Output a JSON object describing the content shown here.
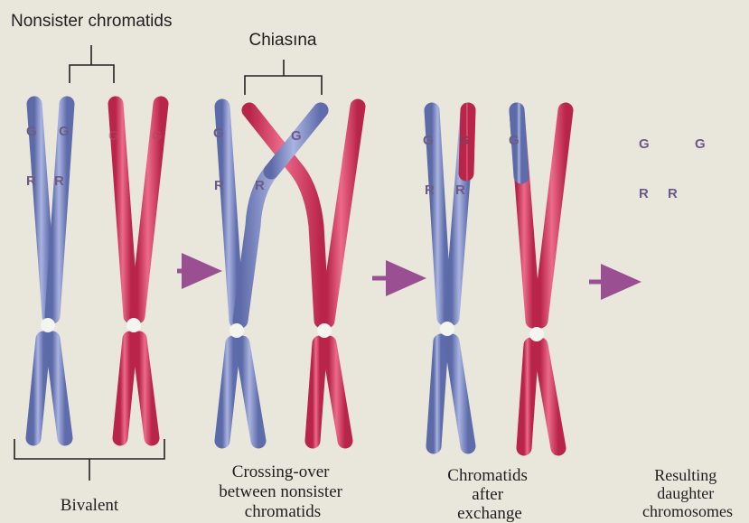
{
  "labels": {
    "nonsister": "Nonsister chromatids",
    "chiasma": "Chiasına",
    "bivalent": "Bivalent",
    "crossing": [
      "Crossing-over",
      "between nonsister",
      "chromatids"
    ],
    "after": [
      "Chromatids",
      "after",
      "exchange"
    ],
    "resulting": [
      "Resulting",
      "daughter",
      "chromosomes"
    ]
  },
  "alleles": {
    "upper": "G",
    "lower": "R"
  },
  "colors": {
    "background": "#e9e6dc",
    "blue_chromatid": "#7d8ac2",
    "red_chromatid": "#d6365e",
    "arrow": "#9a4f93"
  }
}
